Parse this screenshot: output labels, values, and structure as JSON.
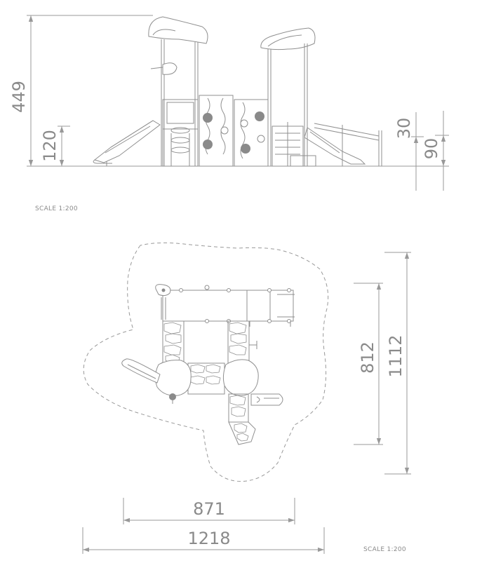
{
  "elevation": {
    "dim_height_total": "449",
    "dim_height_platform": "120",
    "dim_height_right_a": "30",
    "dim_height_right_b": "90",
    "scale_label": "SCALE 1:200"
  },
  "plan": {
    "dim_width_inner": "871",
    "dim_width_outer": "1218",
    "dim_depth_inner": "812",
    "dim_depth_outer": "1112",
    "scale_label": "SCALE 1:200"
  },
  "colors": {
    "line": "#999999",
    "text": "#8a8a8a",
    "fill_dark": "#8a8a8a"
  }
}
